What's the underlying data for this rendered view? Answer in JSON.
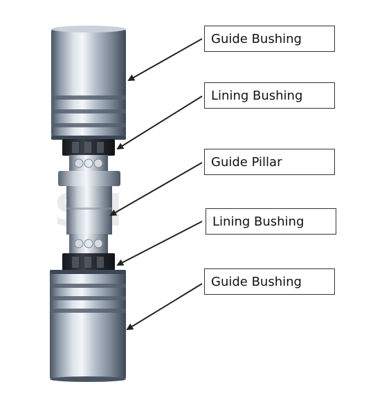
{
  "labels": [
    {
      "id": "guide-bushing-top",
      "text": "Guide Bushing"
    },
    {
      "id": "lining-bushing-top",
      "text": "Lining Bushing"
    },
    {
      "id": "guide-pillar",
      "text": "Guide Pillar"
    },
    {
      "id": "lining-bushing-bottom",
      "text": "Lining Bushing"
    },
    {
      "id": "guide-bushing-bottom",
      "text": "Guide Bushing"
    }
  ],
  "watermark_text": "SH",
  "colors": {
    "metal_light": "#e9eef3",
    "metal_mid": "#9aa6b4",
    "metal_dark": "#3c4654",
    "bushing_black": "#1f2226",
    "arrow": "#222222",
    "box_border": "#333333"
  }
}
